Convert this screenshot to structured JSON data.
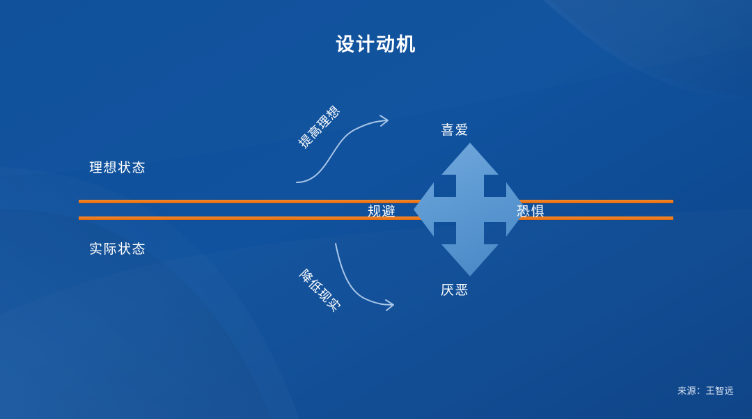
{
  "slide": {
    "title": "设计动机",
    "source_credit": "来源：王智远",
    "colors": {
      "background_blue": "#0f4c96",
      "background_blue_dark": "#0c3f7f",
      "rail_orange": "#ef7c22",
      "arrow_blue": "#5b9bd5",
      "text_white": "#ffffff",
      "curve_stroke": "#a9c6e8"
    }
  },
  "states": {
    "ideal_label": "理想状态",
    "actual_label": "实际状态"
  },
  "curves": [
    {
      "id": "raise-ideal",
      "caption": "提高理想",
      "direction": "up-right"
    },
    {
      "id": "lower-reality",
      "caption": "降低现实",
      "direction": "down-right"
    }
  ],
  "axes": {
    "top": "喜爱",
    "bottom": "厌恶",
    "left": "规避",
    "right": "恐惧"
  },
  "icons": {
    "cross_arrow": "four-way-arrow-icon",
    "curve_up": "curved-arrow-up-icon",
    "curve_down": "curved-arrow-down-icon"
  }
}
